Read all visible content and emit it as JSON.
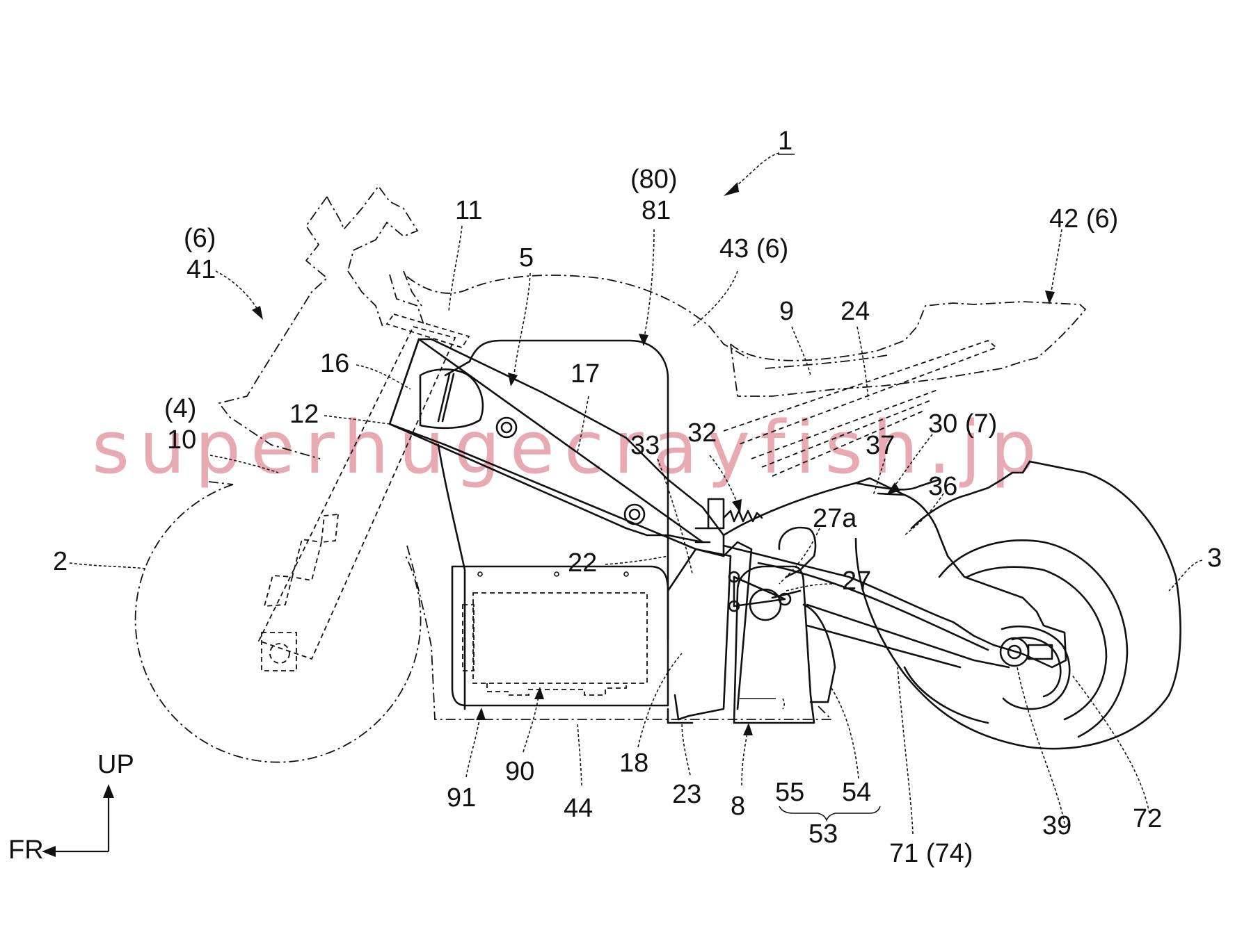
{
  "figure": {
    "reference_numeral": "1",
    "watermark": "superhugecrayfish.jp",
    "watermark_color": "#e7aab3",
    "line_color": "#111111"
  },
  "labels": {
    "l1": "1",
    "l80": "(80)",
    "l81": "81",
    "l11": "11",
    "l5": "5",
    "l6a": "(6)",
    "l41": "41",
    "l43": "43 (6)",
    "l42": "42 (6)",
    "l9": "9",
    "l24": "24",
    "l16": "16",
    "l17": "17",
    "l12": "12",
    "l4": "(4)",
    "l10": "10",
    "l33": "33",
    "l32": "32",
    "l37": "37",
    "l30": "30 (7)",
    "l36": "36",
    "l27a": "27a",
    "l27": "27",
    "l22": "22",
    "l2": "2",
    "l3": "3",
    "l91": "91",
    "l90": "90",
    "l44": "44",
    "l18": "18",
    "l23": "23",
    "l8": "8",
    "l55": "55",
    "l54": "54",
    "l53": "53",
    "l71": "71 (74)",
    "l39": "39",
    "l72": "72"
  },
  "directions": {
    "up": "UP",
    "front": "FR"
  }
}
